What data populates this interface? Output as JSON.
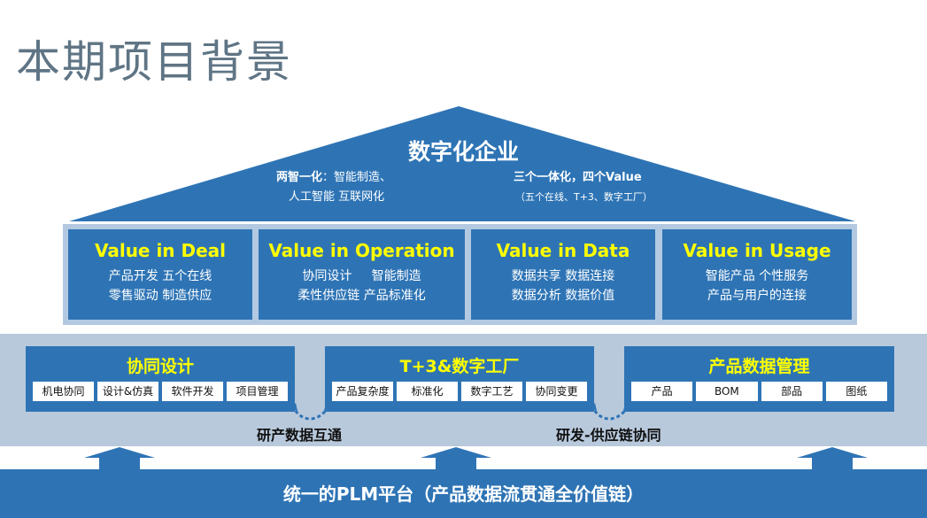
{
  "page": {
    "title": "本期项目背景"
  },
  "roof": {
    "title": "数字化企业",
    "left_bold": "两智一化",
    "left_rest": "：智能制造、",
    "left_line2": "人工智能 互联网化",
    "right_line1_bold": "三个一体化，四个Value",
    "right_line2": "（五个在线、T+3、数字工厂）"
  },
  "pillars": [
    {
      "title": "Value in Deal",
      "row1": "产品开发  五个在线",
      "row2": "零售驱动  制造供应"
    },
    {
      "title": "Value in Operation",
      "row1": "协同设计     智能制造",
      "row2": "柔性供应链  产品标准化"
    },
    {
      "title": "Value in Data",
      "row1": "数据共享  数据连接",
      "row2": "数据分析  数据价值"
    },
    {
      "title": "Value in Usage",
      "row1": "智能产品  个性服务",
      "row2": "产品与用户的连接"
    }
  ],
  "groups": [
    {
      "title": "协同设计",
      "tags": [
        "机电协同",
        "设计&仿真",
        "软件开发",
        "项目管理"
      ]
    },
    {
      "title": "T+3&数字工厂",
      "tags": [
        "产品复杂度",
        "标准化",
        "数字工艺",
        "协同变更"
      ]
    },
    {
      "title": "产品数据管理",
      "tags": [
        "产品",
        "BOM",
        "部品",
        "图纸"
      ]
    }
  ],
  "connectors": {
    "left": "研产数据互通",
    "right": "研发-供应链协同"
  },
  "base": {
    "label": "统一的PLM平台（产品数据流贯通全价值链）"
  },
  "colors": {
    "primary": "#2e74b5",
    "highlight": "#ffff00",
    "band": "#b8c9dc",
    "title_gray": "#5f7585"
  }
}
